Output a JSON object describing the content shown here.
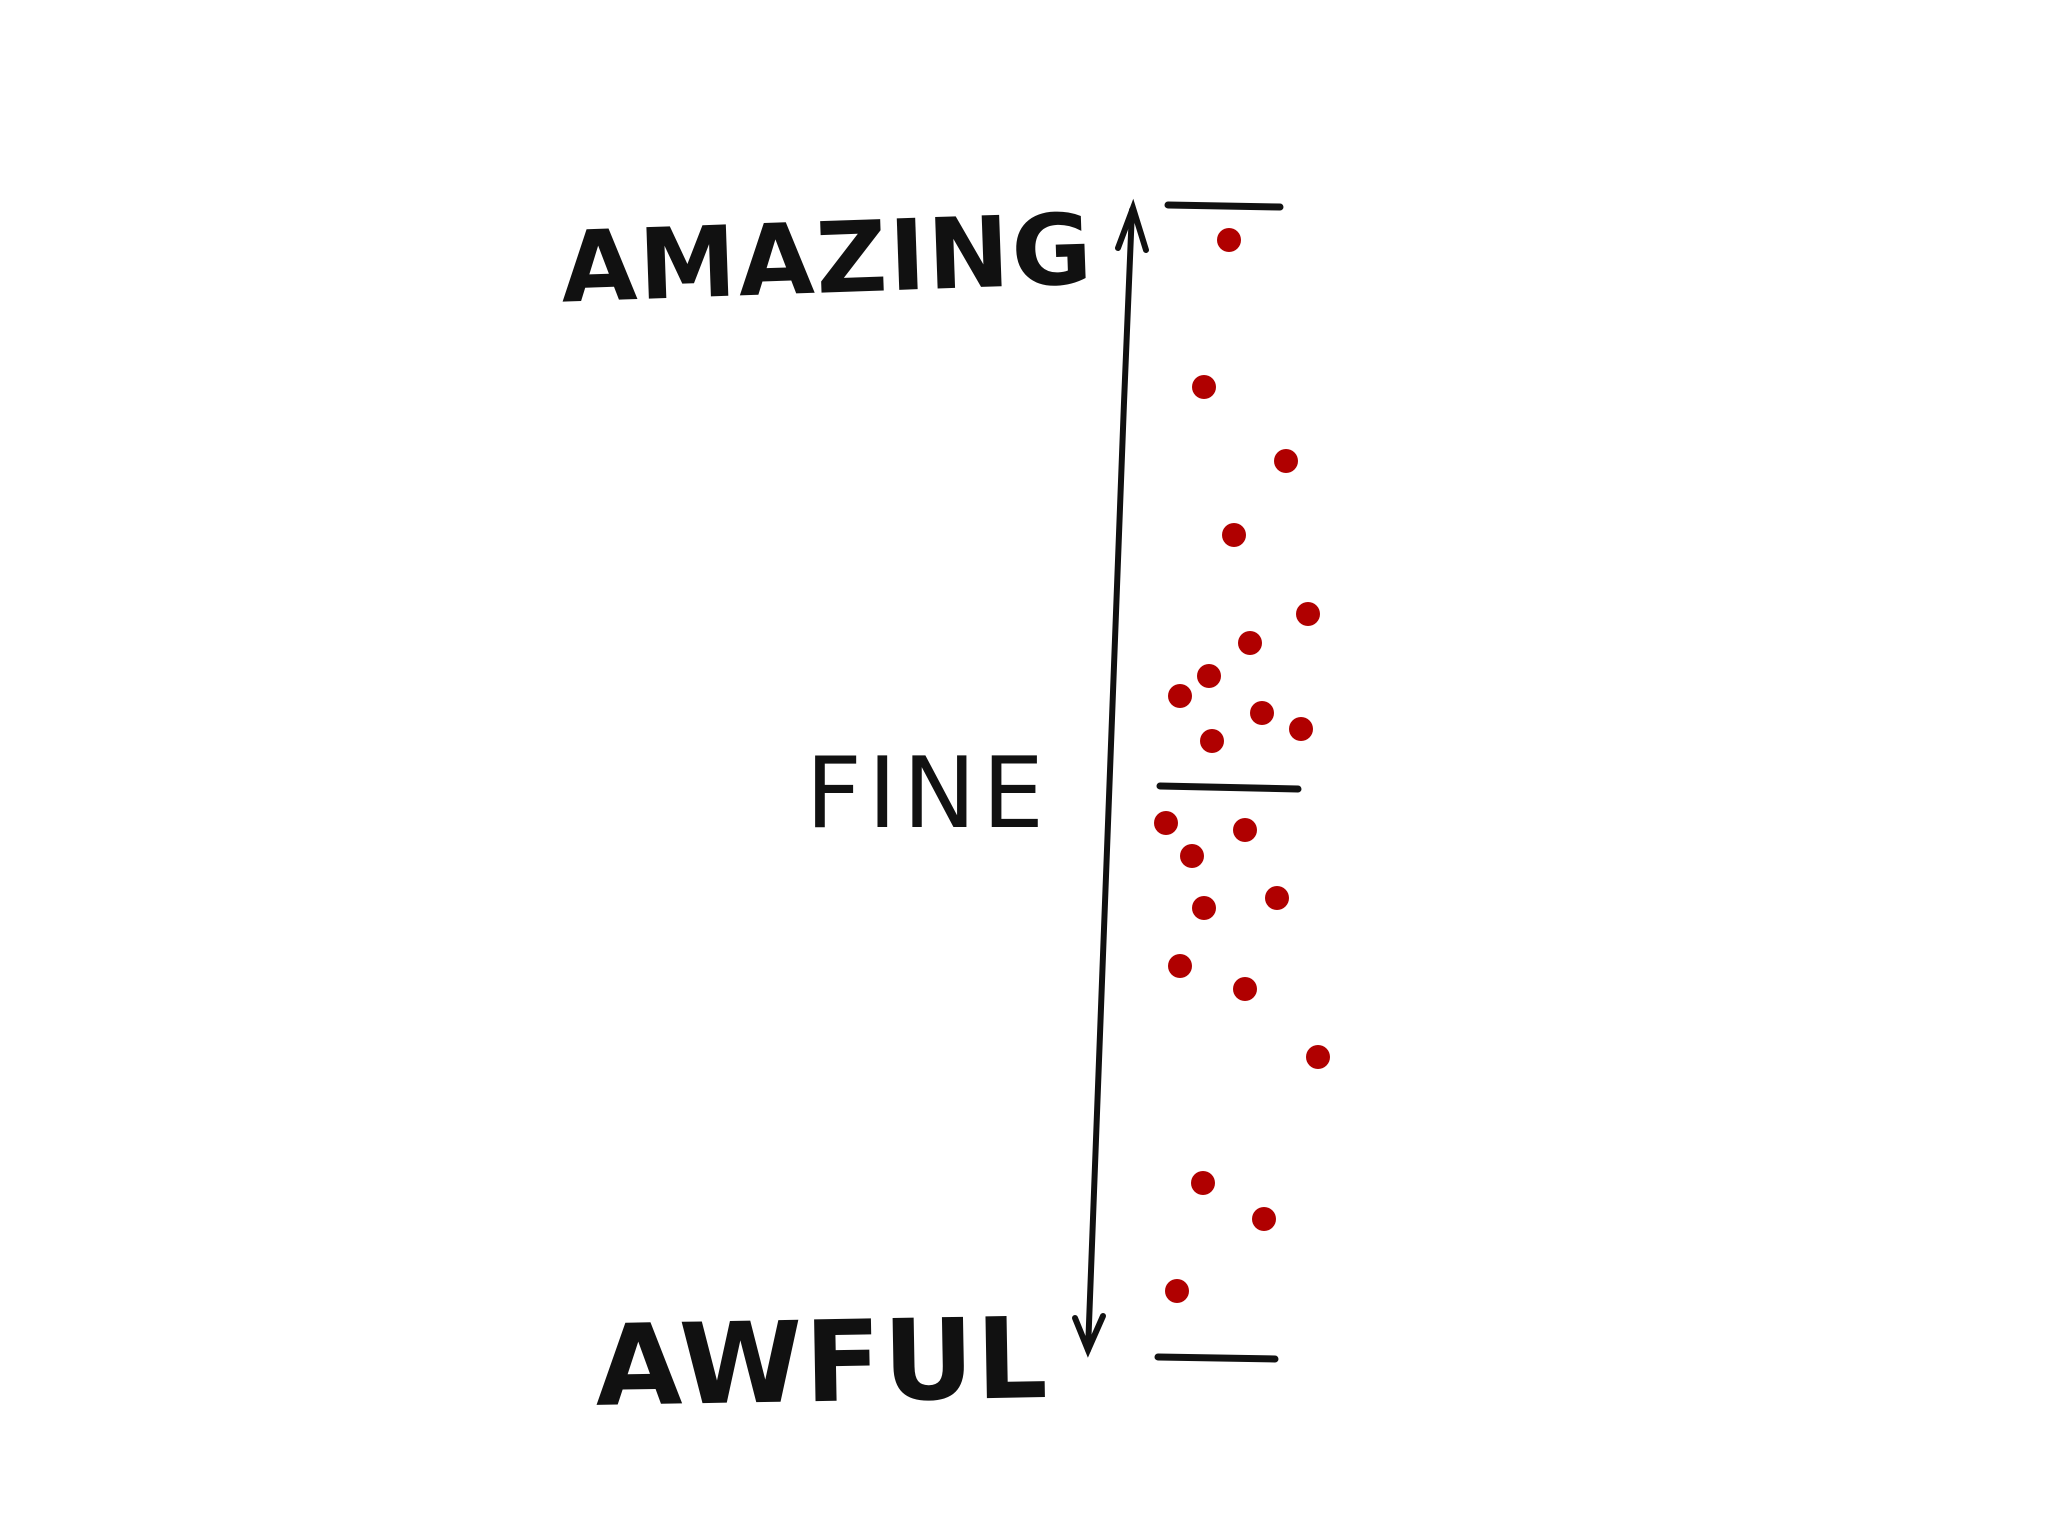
{
  "labels": {
    "top": "AMAZING",
    "middle": "FINE",
    "bottom": "AWFUL"
  },
  "colors": {
    "ink": "#111111",
    "dot": "#b00000",
    "background": "#ffffff"
  },
  "icons": {
    "axis": "double-headed-arrow-icon"
  }
}
